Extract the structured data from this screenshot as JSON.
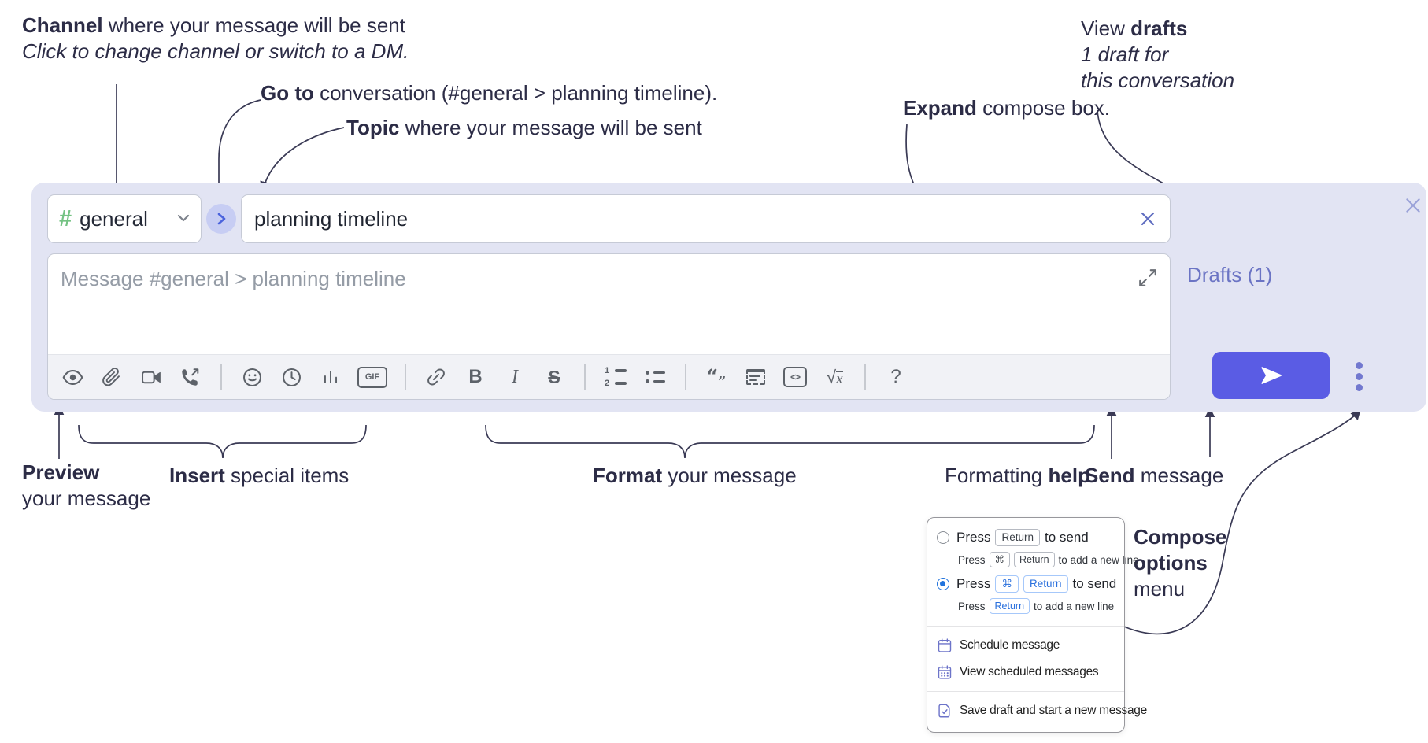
{
  "annotations": {
    "channel_line1_bold": "Channel",
    "channel_line1_rest": " where your message will be sent",
    "channel_line2": "Click to change channel or switch to a DM.",
    "goto_bold": "Go to",
    "goto_rest": " conversation (#general > planning timeline).",
    "topic_bold": "Topic",
    "topic_rest": " where your message will be sent",
    "expand_bold": "Expand",
    "expand_rest": " compose box.",
    "view_drafts_pre": "View ",
    "view_drafts_bold": "drafts",
    "view_drafts_line2": "1 draft for",
    "view_drafts_line3": "this conversation",
    "preview_bold": "Preview",
    "preview_line2": "your message",
    "insert_bold": "Insert",
    "insert_rest": " special items",
    "format_bold": "Format",
    "format_rest": " your message",
    "fhelp_pre": "Formatting ",
    "fhelp_bold": "help",
    "send_bold": "Send",
    "send_rest": " message",
    "copts_line1": "Compose",
    "copts_line2": "options",
    "copts_line3": "menu"
  },
  "compose": {
    "channel_hash": "#",
    "channel_name": "general",
    "topic_value": "planning timeline",
    "message_placeholder": "Message #general > planning timeline",
    "drafts_label": "Drafts (1)"
  },
  "toolbar": {
    "buttons": [
      "preview-eye",
      "attach-file",
      "video-call",
      "audio-call",
      "emoji",
      "schedule",
      "poll",
      "gif",
      "link",
      "bold",
      "italic",
      "strikethrough",
      "numbered-list",
      "bulleted-list",
      "quote",
      "spoiler",
      "code",
      "math",
      "help"
    ],
    "glyphs": {
      "gif": "GIF",
      "bold": "B",
      "italic": "I",
      "strike": "S",
      "code": "<>",
      "math_root": "√",
      "math_x": "x",
      "help": "?",
      "quote_open": "“",
      "quote_close": "”",
      "ol_1": "1",
      "ol_2": "2"
    }
  },
  "menu": {
    "option1": {
      "press": "Press",
      "keys": [
        "Return"
      ],
      "after": "to send",
      "sub_press": "Press",
      "sub_keys": [
        "⌘",
        "Return"
      ],
      "sub_after": "to add a new line"
    },
    "option2": {
      "press": "Press",
      "keys": [
        "⌘",
        "Return"
      ],
      "after": "to send",
      "sub_press": "Press",
      "sub_keys": [
        "Return"
      ],
      "sub_after": "to add a new line"
    },
    "items": [
      {
        "label": "Schedule message"
      },
      {
        "label": "View scheduled messages"
      },
      {
        "label": "Save draft and start a new message"
      }
    ]
  },
  "colors": {
    "compose_bg": "#e2e4f3",
    "accent_send": "#5a5ce4",
    "drafts_link": "#6b74c4",
    "channel_hash_green": "#74c283",
    "goto_chevron_blue": "#4b63dd",
    "menu_icon_purple": "#6d74c9",
    "kbd_blue": "#2a70dd",
    "annotation_ink": "#2c2c46",
    "toolbar_icon": "#5d6269"
  }
}
